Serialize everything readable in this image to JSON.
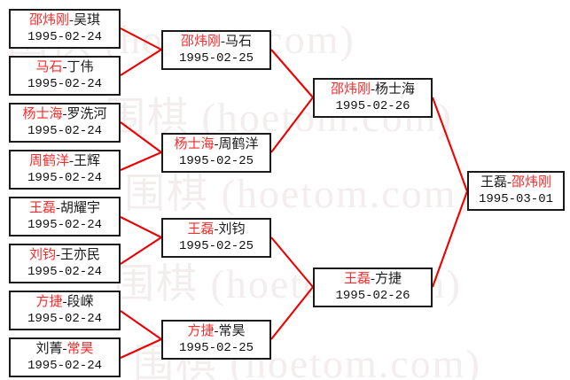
{
  "diagram": {
    "title": "Go tournament single-elimination bracket",
    "accent_line_color": "#ee0000",
    "winner_color": "#ff2a2a",
    "loser_color": "#1a1a1a",
    "box_border_color": "#1a1a1a",
    "background_color": "#ffffff",
    "watermark_color": "#f2eeee"
  },
  "watermark": {
    "lines": [
      "围棋 (hoetom.com)",
      "围棋 (hoetom.com)",
      "围棋 (hoetom.com)",
      "围棋 (hoetom.com)",
      "围棋 (hoetom.com)"
    ]
  },
  "rounds": [
    {
      "name": "round-of-16",
      "matches": [
        {
          "id": "r1m1",
          "winner": "邵炜刚",
          "loser": "吴琪",
          "winner_side": "left",
          "date": "1995-02-24"
        },
        {
          "id": "r1m2",
          "winner": "马石",
          "loser": "丁伟",
          "winner_side": "left",
          "date": "1995-02-24"
        },
        {
          "id": "r1m3",
          "winner": "杨士海",
          "loser": "罗洗河",
          "winner_side": "left",
          "date": "1995-02-24"
        },
        {
          "id": "r1m4",
          "winner": "周鹤洋",
          "loser": "王辉",
          "winner_side": "left",
          "date": "1995-02-24"
        },
        {
          "id": "r1m5",
          "winner": "王磊",
          "loser": "胡耀宇",
          "winner_side": "left",
          "date": "1995-02-24"
        },
        {
          "id": "r1m6",
          "winner": "刘钧",
          "loser": "王亦民",
          "winner_side": "left",
          "date": "1995-02-24"
        },
        {
          "id": "r1m7",
          "winner": "方捷",
          "loser": "段嵘",
          "winner_side": "left",
          "date": "1995-02-24"
        },
        {
          "id": "r1m8",
          "winner": "常昊",
          "loser": "刘菁",
          "winner_side": "right",
          "date": "1995-02-24"
        }
      ]
    },
    {
      "name": "quarterfinals",
      "matches": [
        {
          "id": "r2m1",
          "winner": "邵炜刚",
          "loser": "马石",
          "winner_side": "left",
          "date": "1995-02-25"
        },
        {
          "id": "r2m2",
          "winner": "杨士海",
          "loser": "周鹤洋",
          "winner_side": "left",
          "date": "1995-02-25"
        },
        {
          "id": "r2m3",
          "winner": "王磊",
          "loser": "刘钧",
          "winner_side": "left",
          "date": "1995-02-25"
        },
        {
          "id": "r2m4",
          "winner": "方捷",
          "loser": "常昊",
          "winner_side": "left",
          "date": "1995-02-25"
        }
      ]
    },
    {
      "name": "semifinals",
      "matches": [
        {
          "id": "r3m1",
          "winner": "邵炜刚",
          "loser": "杨士海",
          "winner_side": "left",
          "date": "1995-02-26"
        },
        {
          "id": "r3m2",
          "winner": "王磊",
          "loser": "方捷",
          "winner_side": "left",
          "date": "1995-02-26"
        }
      ]
    },
    {
      "name": "final",
      "matches": [
        {
          "id": "r4m1",
          "winner": "邵炜刚",
          "loser": "王磊",
          "winner_side": "right",
          "date": "1995-03-01"
        }
      ]
    }
  ]
}
